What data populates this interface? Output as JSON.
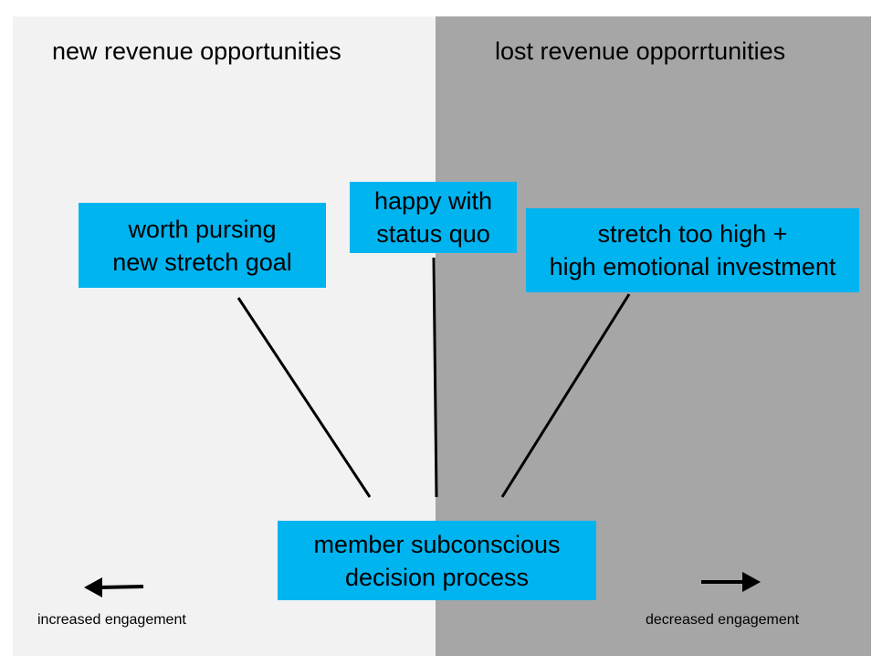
{
  "headings": {
    "left": "new revenue opportunities",
    "right": "lost revenue opporrtunities"
  },
  "boxes": {
    "worth": [
      "worth pursing",
      "new stretch goal"
    ],
    "happy": [
      "happy with",
      "status quo"
    ],
    "stretch": [
      "stretch too high +",
      "high emotional investment"
    ],
    "member": [
      "member subconscious",
      "decision process"
    ]
  },
  "footer": {
    "left_label": "increased engagement",
    "right_label": "decreased engagement"
  },
  "colors": {
    "left_panel": "#f2f2f2",
    "right_panel": "#a6a6a6",
    "box": "#00b4f0",
    "line": "#000000"
  }
}
